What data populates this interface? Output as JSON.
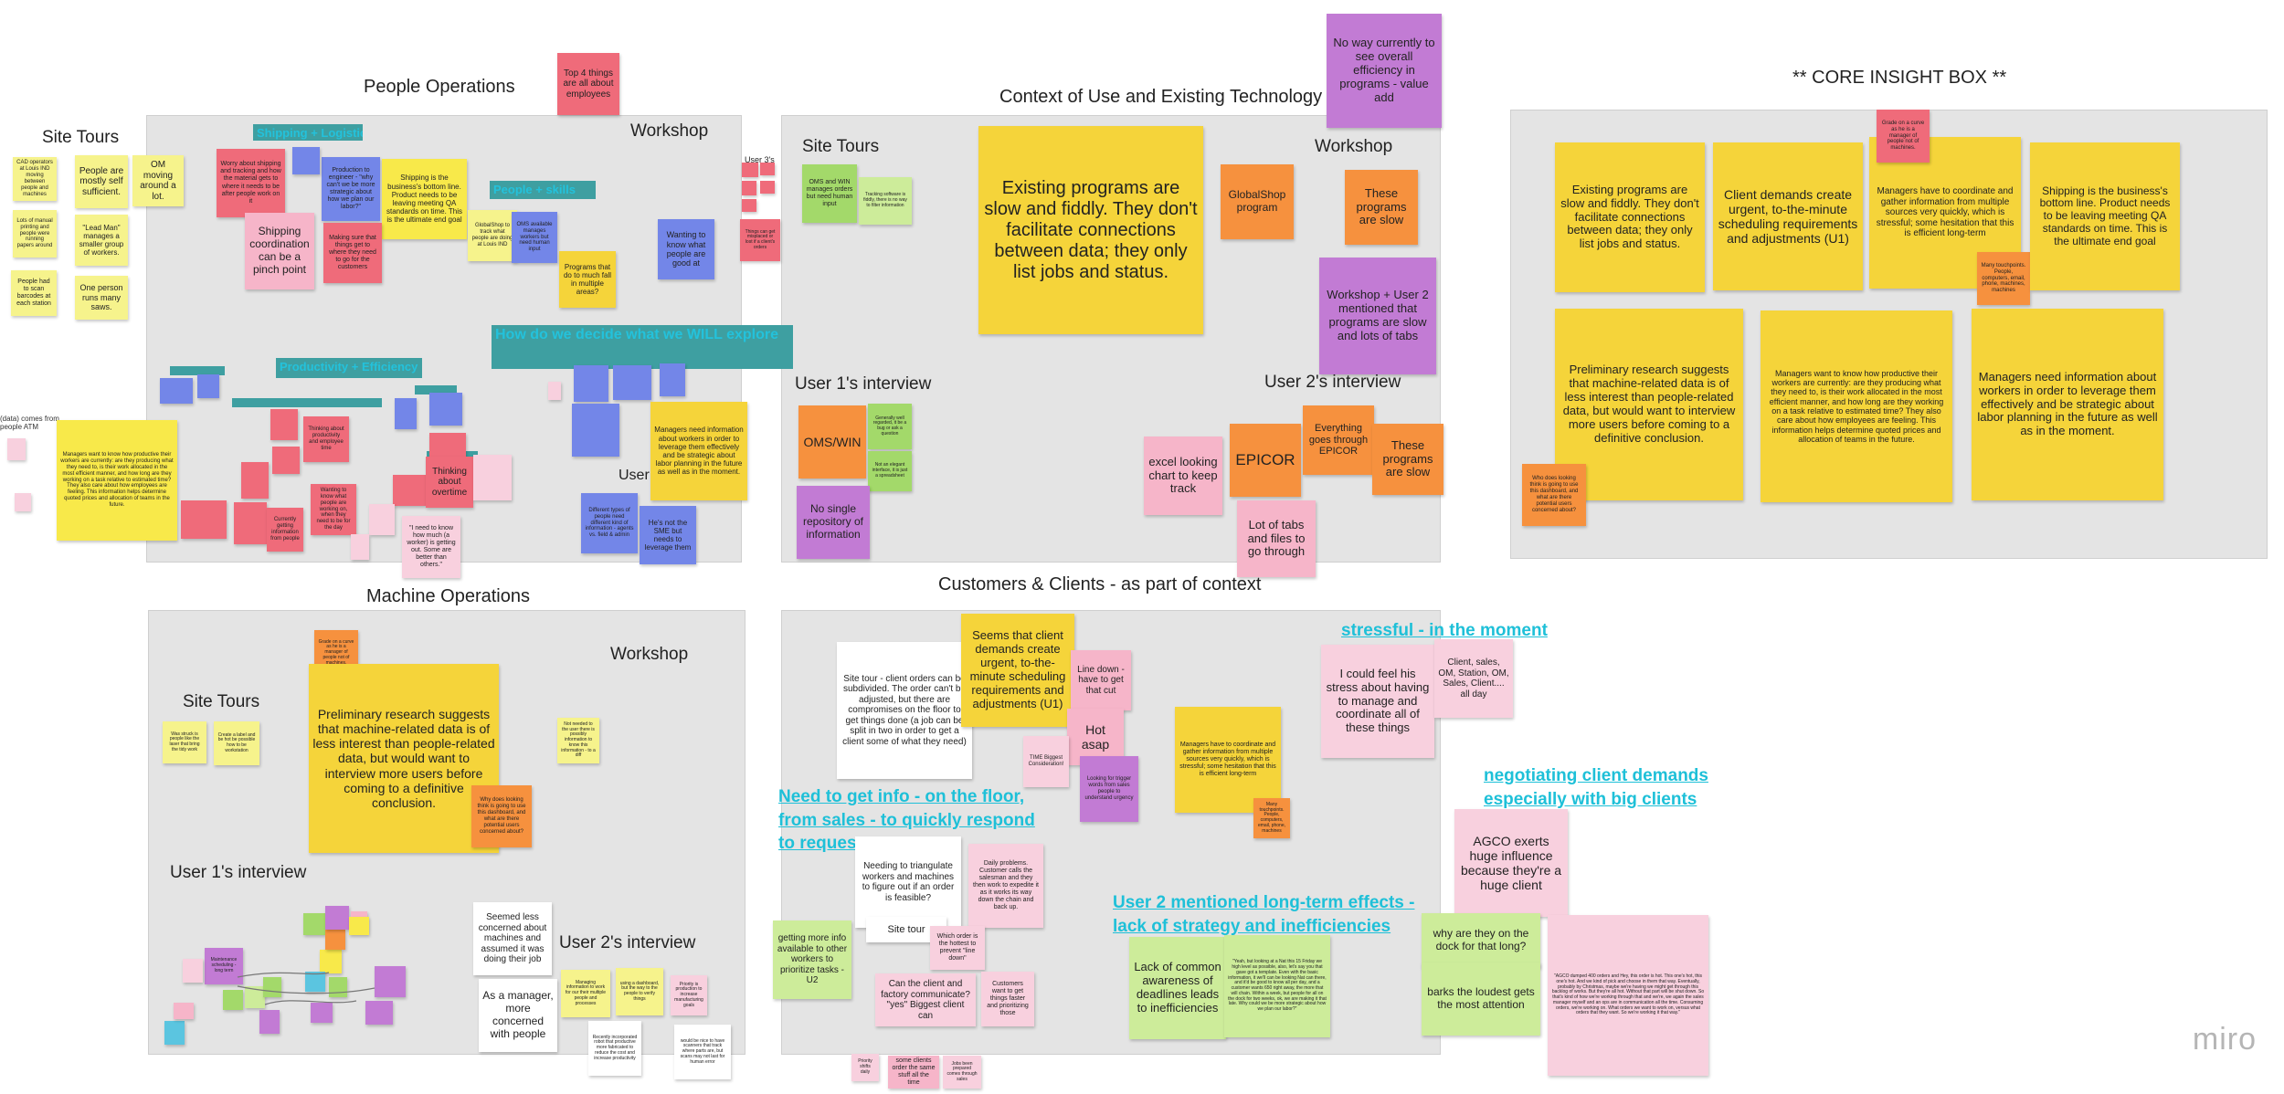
{
  "frames": {
    "people_ops": {
      "title": "People Operations",
      "site_tours": "Site Tours",
      "workshop": "Workshop",
      "user": "User"
    },
    "context": {
      "title": "Context of Use and Existing Technology",
      "site_tours": "Site Tours",
      "workshop": "Workshop",
      "user1": "User 1's interview",
      "user2": "User 2's interview",
      "user3": "User 3's"
    },
    "core": {
      "title": "** CORE INSIGHT BOX **"
    },
    "machine_ops": {
      "title": "Machine Operations",
      "site_tours": "Site Tours",
      "workshop": "Workshop",
      "user1": "User 1's interview",
      "user2": "User 2's interview"
    },
    "customers": {
      "title": "Customers & Clients - as part of context"
    }
  },
  "top_notes": {
    "top4": "Top 4 things are all about employees",
    "no_way": "No way currently to see overall efficiency in programs - value add"
  },
  "people_ops_notes": {
    "cad": "CAD operators at Louis IND moving between people and machines",
    "self_sufficient": "People are mostly self sufficient.",
    "om_moving": "OM moving around a lot.",
    "manual": "Lots of manual printing and people were running papers around",
    "lead_man": "\"Lead Man\" manages a smaller group of workers.",
    "barcodes": "People had to scan barcodes at each station",
    "one_person": "One person runs many saws.",
    "worry_shipping": "Worry about shipping and tracking and how the material gets to where it needs to be after people work on it",
    "production_engineer": "Production to engineer - \"why can't we be more strategic about how we plan our labor?\"",
    "shipping_bottom": "Shipping is the business's bottom line. Product needs to be leaving meeting QA standards on time. This is the ultimate end goal",
    "shipping_coord": "Shipping coordination can be a pinch point",
    "making_sure": "Making sure that things get to where they need to go for the customers",
    "globalshop_track": "GlobalShop to track what people are doing at Louis IND",
    "oms_available": "OMS available manages workers but need human input",
    "too_much_fat": "Programs that do to much fall in multiple areas?",
    "wanting_know": "Wanting to know what people are good at",
    "managers_want": "Managers want to know how productive their workers are currently: are they producing what they need to, is their work allocated in the most efficient manner, and how long are they working on a task relative to estimated time? They also care about how employees are feeling. This information helps determine quoted prices and allocation of teams in the future.",
    "managers_need": "Managers need information about workers in order to leverage them effectively and be strategic about labor planning in the future as well as in the moment.",
    "thinking_overtime": "Thinking about overtime",
    "how_much_worked": "\"I need to know how much (a worker) is getting out. Some are better than others.\"",
    "software_types": "Different types of people need different kind of information - agents vs. field & admin",
    "hes_not": "He's not the SME but needs to leverage them",
    "currently_info": "Currently getting information from people",
    "wanting_know_who": "Wanting to know what people are working on, when they need to be for the day",
    "thinking_productivity": "Thinking about productivity and employee time",
    "data_comes": "(data) comes from people ATM"
  },
  "people_tags": {
    "shipping": "Shipping + Logistics",
    "people_skills": "People + skills",
    "how_decide": "How do we decide what we WILL explore",
    "productivity": "Productivity + Efficiency"
  },
  "context_notes": {
    "oms_win": "OMS and WIN manages orders but need human input",
    "tracking_software": "Tracking software is fiddly, there is no way to filter information",
    "existing_big": "Existing programs are slow and fiddly. They don't facilitate connections between data; they only list jobs and status.",
    "globalshop": "GlobalShop program",
    "programs_slow": "These programs are slow",
    "workshop_user2": "Workshop + User 2 mentioned that programs are slow and lots of tabs",
    "oms_win_big": "OMS/WIN",
    "generally_well": "Generally well regarded, it be a bug or ask a question",
    "not_elegant": "Not an elegant interface, it is just a spreadsheet",
    "no_repo": "No single repository of information",
    "excel": "excel looking chart to keep track",
    "epicor": "EPICOR",
    "everything_epicor": "Everything goes through EPICOR",
    "programs_slow2": "These programs are slow",
    "lots_tabs": "Lot of tabs and files to go through",
    "things_can": "Things can get misplaced or lost if a client's orders"
  },
  "core_notes": {
    "existing": "Existing programs are slow and fiddly. They don't facilitate connections between data; they only list jobs and status.",
    "client_demands": "Client demands create urgent, to-the-minute scheduling requirements and adjustments (U1)",
    "managers_coordinate": "Managers have to coordinate and gather information from multiple sources very quickly, which is stressful; some hesitation that this is efficient long-term",
    "shipping": "Shipping is the business's bottom line. Product needs to be leaving meeting QA standards on time. This is the ultimate end goal",
    "grade_curve": "Grade on a curve as he is a manager of people not of machines.",
    "many_touchpoints": "Many touchpoints. People, computers, email, phone, machines, machines",
    "preliminary": "Preliminary research suggests that machine-related data is of less interest than people-related data, but would want to interview more users before coming to a definitive conclusion.",
    "managers_want": "Managers want to know how productive their workers are currently: are they producing what they need to, is their work allocated in the most efficient manner, and how long are they working on a task relative to estimated time? They also care about how employees are feeling. This information helps determine quoted prices and allocation of teams in the future.",
    "managers_need": "Managers need information about workers in order to leverage them effectively and be strategic about labor planning in the future as well as in the moment.",
    "who_looking": "Who does looking think is going to use this dashboard, and what are there potential users concerned about?"
  },
  "machine_notes": {
    "grade_curve": "Grade on a curve as he is a manager of people not of machines.",
    "preliminary": "Preliminary research suggests that machine-related data is of less interest than people-related data, but would want to interview more users before coming to a definitive conclusion.",
    "who_looking": "Why does looking think is going to use this dashboard, and what are there potential users concerned about?",
    "was_struck": "Was struck is people like the laser that bring the tidy work",
    "create_label": "Create a label and be hot be possible how to be workstation",
    "not_needed": "Not needed to the user there is possibly information to know this information - to a diff",
    "seemed_less": "Seemed less concerned about machines and assumed it was doing their job",
    "as_manager": "As a manager, more concerned with people",
    "managing_info": "Managing information to work for our their multiple people and processes",
    "using_dashboard": "using a dashboard, but the way to the people to verify things",
    "prioritize": "Priority is production to increase manufacturing goals",
    "recently": "Recently incorporated robot that productive more fabricated to reduce the cost and increase productivity",
    "would_be_nice": "would be nice to have scanners that track where parts are, but scans may not last for human error",
    "maintenance": "Maintenance scheduling - long term"
  },
  "customer_notes": {
    "site_tour": "Site tour - client orders can be subdivided. The order can't be adjusted, but there are compromises on the floor to get things done (a job can be split in two in order to get a client some of what they need)",
    "seems_client": "Seems that client demands create urgent, to-the-minute scheduling requirements and adjustments (U1)",
    "line_down": "Line down - have to get that cut",
    "hot_asap": "Hot asap",
    "time_biggest": "TIME Biggest Consideration!",
    "looking_trigger": "Looking for trigger words from sales people to understand urgency",
    "managers_coordinate": "Managers have to coordinate and gather information from multiple sources very quickly, which is stressful; some hesitation that this is efficient long-term",
    "many_touch": "Many touchpoints. People, computers, email, phone, machines",
    "stressful_hl": "stressful - in the moment",
    "could_feel": "I could feel his stress about having to manage and coordinate all of these things",
    "client_sales": "Client, sales, OM, Station, OM, Sales, Client.... all day",
    "negotiating_hl": "negotiating client demands especially with big clients",
    "need_info_hl": "Need to get info - on the floor, from sales - to quickly respond to requests",
    "needing_triangulate": "Needing to triangulate workers and machines to figure out if an order is feasible?",
    "site_tour2": "Site tour",
    "daily_problems": "Daily problems. Customer calls the salesman and they then work to expedite it as it works its way down the chain and back up.",
    "getting_more": "getting more info available to other workers to prioritize tasks - U2",
    "which_order": "Which order is the hottest to prevent \"line down\"",
    "can_client": "Can the client and factory communicate? \"yes\" Biggest client can",
    "customers_want": "Customers want to get things faster and prioritizing those",
    "user2_hl": "User 2 mentioned long-term effects - lack of strategy and inefficiencies",
    "lack_common": "Lack of common awareness of deadlines leads to inefficiencies",
    "yeah_quote": "\"Yeah, but looking at a Nat this 15 Friday we high level as possible, also, let's say you that gave got a template. Even with the basic information, it we'll can be looking Nat can there, and it'd be good to know all per day, and a customer wants 650 right away, the more that will chain. Within a week, but people for all on the dock for two weeks, ok, we are making it that late. Why could we be more strategic about how we plan our labor?\"",
    "agco": "AGCO exerts huge influence because they're a huge client",
    "why_dock": "why are they on the dock for that long?",
    "barks_loudest": "barks the loudest gets the most attention",
    "agco_quote": "\"AGCO dumped 400 orders and Hey, this order is hot. This one's hot, this one's hot. And we kind of pick and choose in them that way. Eventually, probably by Christmas, maybe we're having we might get through this backlog of works. But they're all hot. Without that part will be shut down. So that's kind of how we're working through that and we're, we again the sales manager myself and an ops are in communication all the time. Consuming orders, we're working on. What orders we want to work on, versus what orders that they want. So we're working it that way.\"",
    "some_clients": "some clients order the same stuff all the time",
    "jobs_been": "Jobs been prepared comes through sales",
    "small_pink": "Priority shifts daily"
  },
  "logo": "miro"
}
